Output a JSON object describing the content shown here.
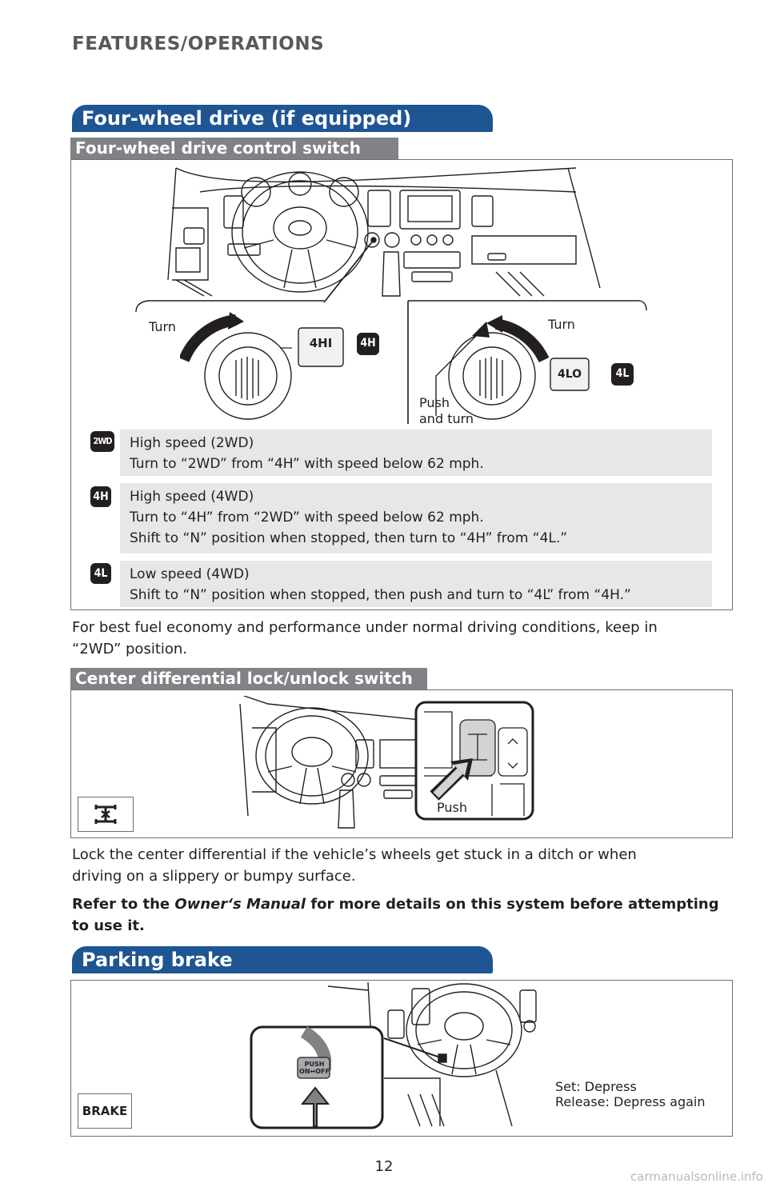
{
  "header": {
    "section_title": "FEATURES/OPERATIONS"
  },
  "four_wheel": {
    "banner_title": "Four-wheel drive (if equipped)",
    "control_switch": {
      "subtitle": "Four-wheel drive control switch",
      "left_label_turn": "Turn",
      "right_label_turn": "Turn",
      "push_label_line1": "Push",
      "push_label_line2": "and turn",
      "indicator_4hi": "4HI",
      "indicator_4lo": "4LO",
      "badge_4h": "4H",
      "badge_4l": "4L"
    },
    "modes": [
      {
        "badge": "2WD",
        "line1": "High speed (2WD)",
        "line2": "Turn to “2WD” from “4H” with speed below 62 mph.",
        "line3": ""
      },
      {
        "badge": "4H",
        "line1": "High speed (4WD)",
        "line2": "Turn to “4H” from “2WD” with speed below 62 mph.",
        "line3": "Shift to “N” position when stopped, then turn to “4H” from “4L.”"
      },
      {
        "badge": "4L",
        "line1": "Low speed (4WD)",
        "line2": "Shift to “N” position when stopped, then push and turn to “4L” from “4H.”",
        "line3": ""
      }
    ],
    "fuel_note_line1": "For best fuel economy and performance under normal driving conditions, keep in",
    "fuel_note_line2": "“2WD” position."
  },
  "center_diff": {
    "subtitle": "Center differential lock/unlock switch",
    "push_label": "Push",
    "note_line1": "Lock the center differential if the vehicle’s wheels get stuck in a ditch or when",
    "note_line2": "driving on a slippery or bumpy surface.",
    "refer_prefix": "Refer to the ",
    "refer_manual": "Owner‘s Manual",
    "refer_suffix": " for more details on this system before attempting",
    "refer_line2": "to use it."
  },
  "parking_brake": {
    "banner_title": "Parking brake",
    "icon_label": "BRAKE",
    "pedal_label_line1": "PUSH",
    "pedal_label_line2": "ON↔OFF",
    "set_label": "Set: Depress",
    "release_label": "Release: Depress again"
  },
  "footer": {
    "page_number": "12",
    "watermark": "carmanualsonline.info"
  }
}
